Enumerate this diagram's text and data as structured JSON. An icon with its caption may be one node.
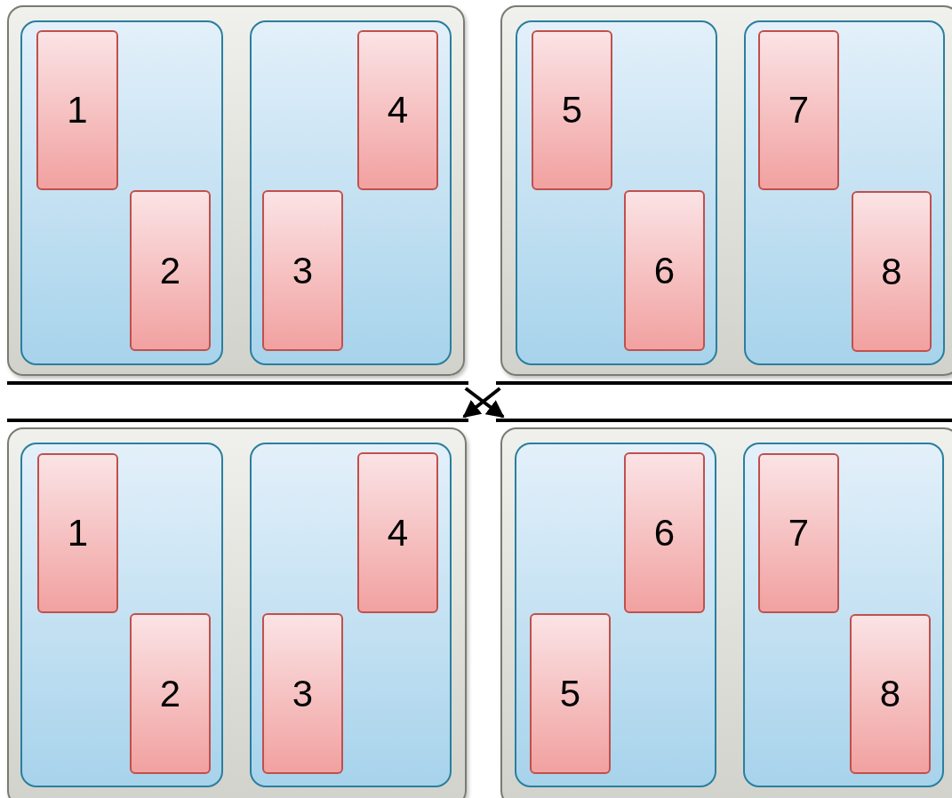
{
  "diagram": {
    "nodes": [
      {
        "text": [],
        "shape": "box"
      },
      {
        "text": [],
        "shape": "box",
        "in": 0
      },
      {
        "text": [
          "1"
        ],
        "in": 1
      },
      {
        "text": [
          "2"
        ],
        "in": 1
      },
      {
        "text": [],
        "shape": "box",
        "in": 0
      },
      {
        "text": [
          "4"
        ],
        "in": 4
      },
      {
        "text": [
          "3"
        ],
        "in": 4
      },
      {
        "text": [],
        "shape": "box"
      },
      {
        "text": [],
        "shape": "box",
        "in": 7
      },
      {
        "text": [
          "5"
        ],
        "in": 8
      },
      {
        "text": [
          "6"
        ],
        "in": 8
      },
      {
        "text": [],
        "shape": "box",
        "in": 7
      },
      {
        "text": [
          "7"
        ],
        "in": 11
      },
      {
        "text": [
          "8"
        ],
        "in": 11
      },
      {
        "text": [],
        "shape": "box"
      },
      {
        "text": [],
        "shape": "box",
        "in": 14
      },
      {
        "text": [
          "1"
        ],
        "in": 15
      },
      {
        "text": [
          "2"
        ],
        "in": 15
      },
      {
        "text": [],
        "shape": "box",
        "in": 14
      },
      {
        "text": [
          "4"
        ],
        "in": 18
      },
      {
        "text": [
          "3"
        ],
        "in": 18
      },
      {
        "text": [],
        "shape": "box"
      },
      {
        "text": [],
        "shape": "box",
        "in": 21
      },
      {
        "text": [
          "6"
        ],
        "in": 22
      },
      {
        "text": [
          "5"
        ],
        "in": 22
      },
      {
        "text": [],
        "shape": "box",
        "in": 21
      },
      {
        "text": [
          "7"
        ],
        "in": 25
      },
      {
        "text": [
          "8"
        ],
        "in": 25
      }
    ],
    "edges": [
      {
        "from": 0,
        "to": 21,
        "arrow": "to"
      },
      {
        "from": 7,
        "to": 14,
        "arrow": "to"
      }
    ]
  }
}
